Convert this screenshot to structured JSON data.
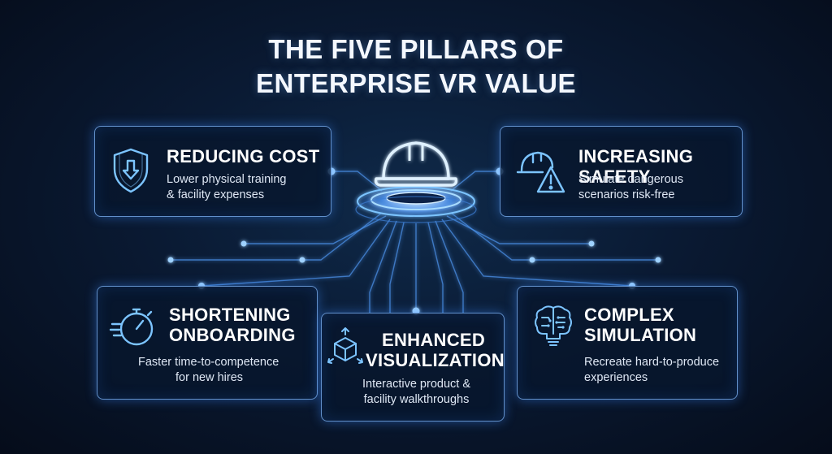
{
  "title": {
    "line1": "THE FIVE PILLARS OF",
    "line2": "ENTERPRISE VR VALUE"
  },
  "pillars": [
    {
      "id": "reducing-cost",
      "icon": "shield-down-arrow-icon",
      "heading": [
        "REDUCING COST"
      ],
      "text": [
        "Lower physical training",
        "& facility expenses"
      ]
    },
    {
      "id": "increasing-safety",
      "icon": "hardhat-warning-icon",
      "heading": [
        "INCREASING SAFETY"
      ],
      "text": [
        "Simulate dangerous",
        "scenarios risk-free"
      ]
    },
    {
      "id": "shortening-onboarding",
      "icon": "stopwatch-icon",
      "heading": [
        "SHORTENING",
        "ONBOARDING"
      ],
      "text": [
        "Faster time-to-competence",
        "for new hires"
      ]
    },
    {
      "id": "enhanced-visualization",
      "icon": "3d-cube-arrows-icon",
      "heading": [
        "ENHANCED",
        "VISUALIZATION"
      ],
      "text": [
        "Interactive product &",
        "facility walkthroughs"
      ]
    },
    {
      "id": "complex-simulation",
      "icon": "brain-circuit-icon",
      "heading": [
        "COMPLEX",
        "SIMULATION"
      ],
      "text": [
        "Recreate hard-to-produce",
        "experiences"
      ]
    }
  ],
  "center_icon": "hardhat-hologram-icon",
  "colors": {
    "accent": "#5aa8ff",
    "glow": "#7cc4ff",
    "card_border": "#82b9ff",
    "background": "#0a1a33"
  }
}
